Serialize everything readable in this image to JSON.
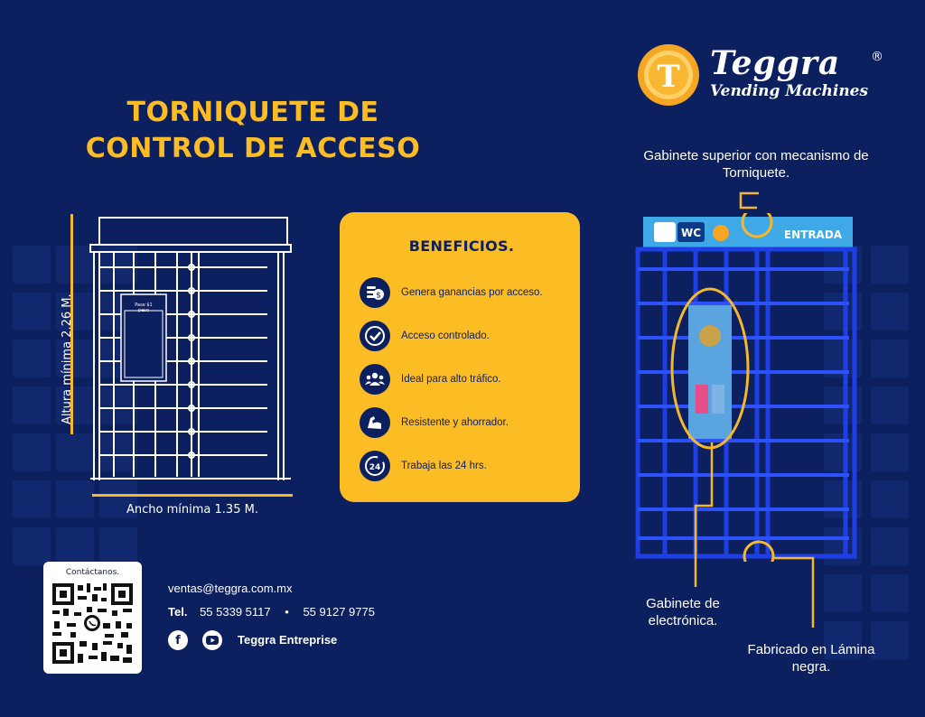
{
  "title": {
    "line1": "TORNIQUETE DE",
    "line2": "CONTROL DE ACCESO"
  },
  "dimensions": {
    "height_label": "Altura mínima 2.26 M.",
    "width_label": "Ancho mínima 1.35 M."
  },
  "drawing": {
    "panel_line1": "Pase $1",
    "panel_line2": "peso"
  },
  "benefits": {
    "heading": "BENEFICIOS.",
    "items": [
      {
        "icon": "coins-icon",
        "label": "Genera ganancias por acceso."
      },
      {
        "icon": "check-circle-icon",
        "label": "Acceso controlado."
      },
      {
        "icon": "people-group-icon",
        "label": "Ideal para alto tráfico."
      },
      {
        "icon": "strong-arm-icon",
        "label": "Resistente y ahorrador."
      },
      {
        "icon": "24-hours-icon",
        "label": "Trabaja las 24 hrs.",
        "icon_text": "24"
      }
    ]
  },
  "logo": {
    "name": "Teggra",
    "subtitle": "Vending Machines",
    "registered": "®",
    "letter": "T"
  },
  "callouts": {
    "top": "Gabinete superior con mecanismo de Torniquete.",
    "electronics": "Gabinete de electrónica.",
    "material": "Fabricado en Lámina negra."
  },
  "photo": {
    "sign_wc": "WC",
    "sign_entrada": "ENTRADA"
  },
  "contact": {
    "qr_title": "Contáctanos.",
    "email": "ventas@teggra.com.mx",
    "tel_label": "Tel.",
    "phone1": "55 5339 5117",
    "separator": "•",
    "phone2": "55 9127 9775",
    "social_name": "Teggra Entreprise",
    "facebook_glyph": "f"
  },
  "colors": {
    "background": "#0c1f5e",
    "accent": "#fbbc24",
    "text": "#ffffff"
  }
}
